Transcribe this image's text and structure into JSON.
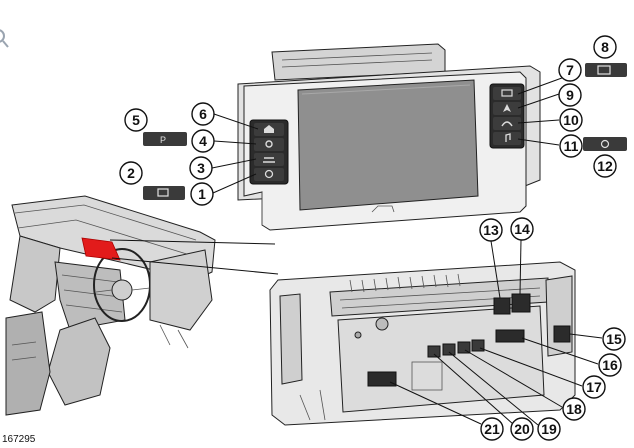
{
  "figure_ref": "167295",
  "colors": {
    "line": "#111111",
    "screen": "#8f8f8f",
    "button_dark": "#2b2b2b",
    "highlight": "#e21b1b",
    "bezel": "#e9e9e9"
  },
  "callouts": [
    "1",
    "2",
    "3",
    "4",
    "5",
    "6",
    "7",
    "8",
    "9",
    "10",
    "11",
    "12",
    "13",
    "14",
    "15",
    "16",
    "17",
    "18",
    "19",
    "20",
    "21"
  ],
  "icon_keys": {
    "c1": "power-icon",
    "c2": "screen-icon",
    "c3": "phone-icon",
    "c4": "settings-icon",
    "c5": "parking-icon",
    "c6": "home-icon",
    "c7": "display-icon",
    "c8": "split-screen-icon",
    "c9": "navigation-icon",
    "c10": "telephone-icon",
    "c11": "media-icon",
    "c12": "eject-icon"
  }
}
